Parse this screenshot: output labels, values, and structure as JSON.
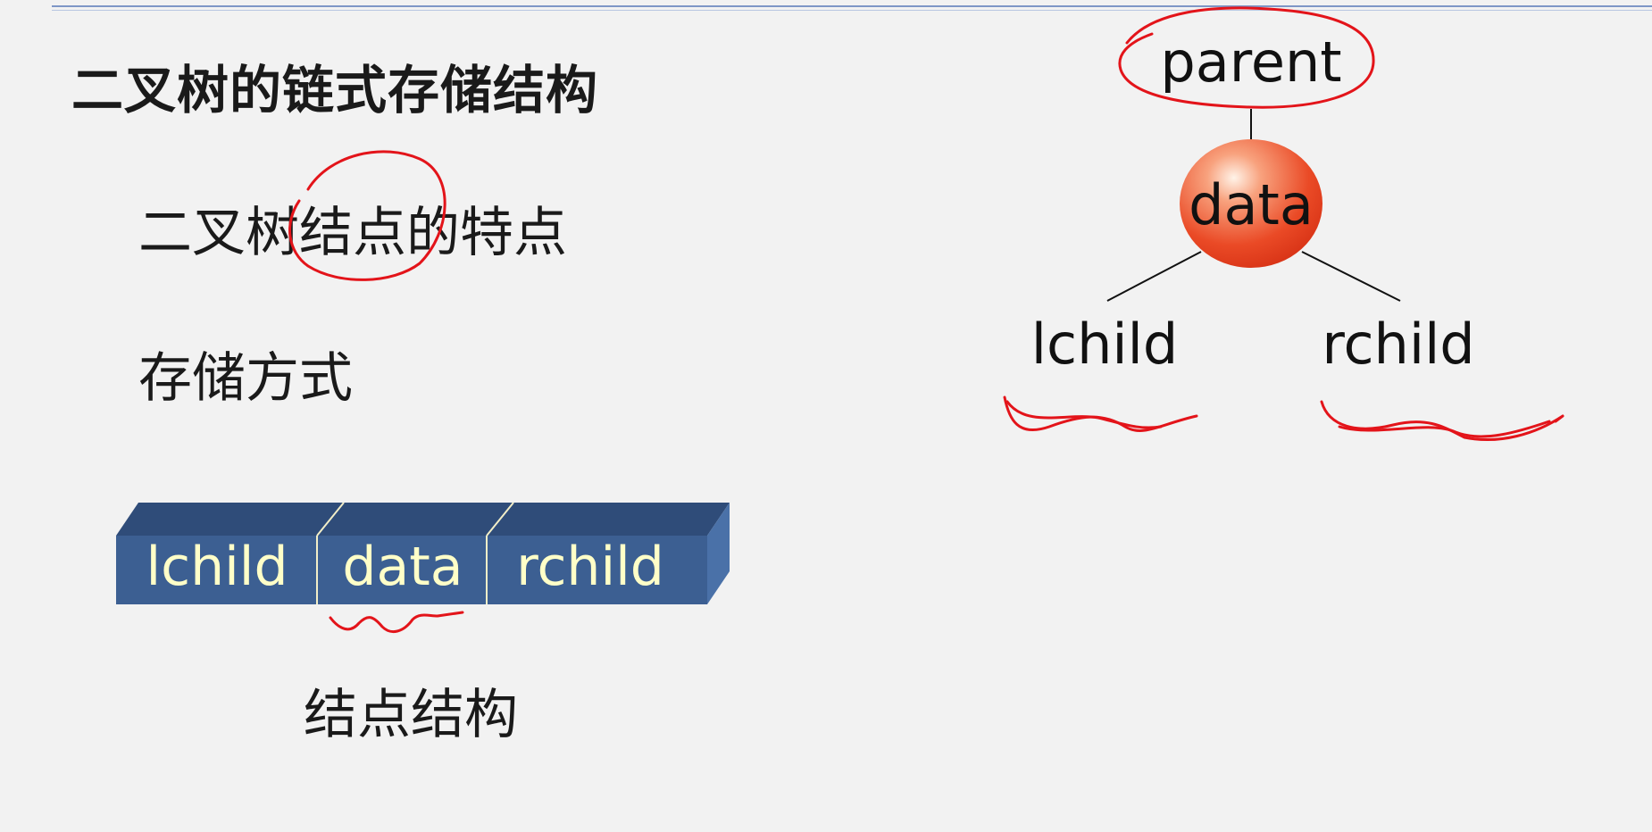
{
  "slide": {
    "title": "二叉树的链式存储结构",
    "bullets": [
      "二叉树结点的特点",
      "存储方式"
    ],
    "caption": "结点结构"
  },
  "node_box": {
    "fields": [
      "lchild",
      "data",
      "rchild"
    ]
  },
  "tree": {
    "parent": "parent",
    "node": "data",
    "left": "lchild",
    "right": "rchild"
  },
  "colors": {
    "box_front": "#3c5f92",
    "box_top": "#2f4c79",
    "box_side": "#4a71a8",
    "box_text": "#ffffc8",
    "node_fill": "#e84a2a",
    "annotation": "#e3141a",
    "rule": "#7e96c6"
  }
}
